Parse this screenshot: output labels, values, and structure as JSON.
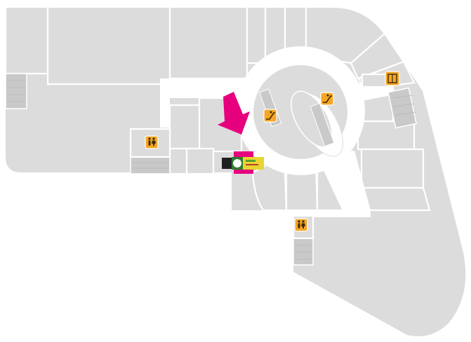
{
  "map": {
    "title": "",
    "colors": {
      "floor": "#dcdcdc",
      "corridor": "#ffffff",
      "stairs": "#c9c9c9",
      "poi": "#f5a623",
      "highlight": "#e6007e",
      "store_green": "#5a9e2f",
      "store_yellow": "#e8d530"
    },
    "pois": [
      {
        "id": "restroom-west",
        "icon": "restroom-icon"
      },
      {
        "id": "restroom-south",
        "icon": "restroom-icon"
      },
      {
        "id": "escalator-left",
        "icon": "escalator-icon"
      },
      {
        "id": "escalator-right",
        "icon": "escalator-icon"
      },
      {
        "id": "elevator-east",
        "icon": "elevator-icon"
      }
    ],
    "destination": {
      "marker": "you-are-here-arrow",
      "store_sign": "store-logo-sign"
    }
  }
}
